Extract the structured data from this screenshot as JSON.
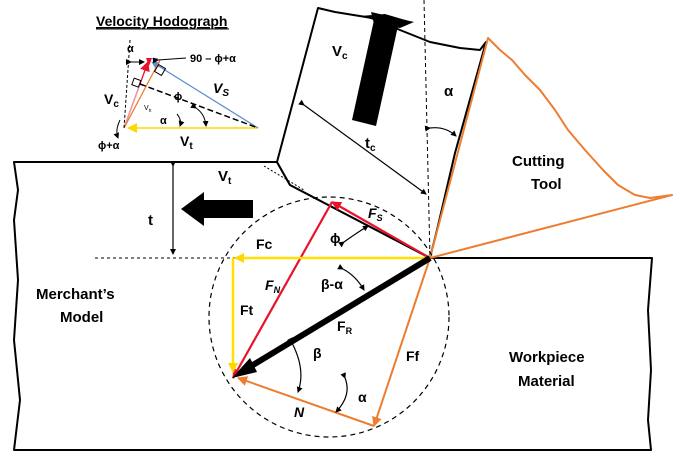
{
  "hodograph": {
    "title": "Velocity Hodograph",
    "alpha_top": "α",
    "angle_expr": "90 – ϕ+α",
    "vc": "V",
    "vc_sub": "c",
    "vs": "V",
    "vs_sub": "S",
    "vn": "V",
    "vn_sub": "n",
    "phi": "ϕ",
    "alpha_low": "α",
    "vt": "V",
    "vt_sub": "t",
    "phi_plus_alpha": "ϕ+α"
  },
  "chip": {
    "vc": "V",
    "vc_sub": "c",
    "tc": "t",
    "tc_sub": "c",
    "alpha": "α"
  },
  "tool": {
    "label_line1": "Cutting",
    "label_line2": "Tool"
  },
  "workpiece": {
    "t": "t",
    "vt": "V",
    "vt_sub": "t",
    "merchant_line1": "Merchant’s",
    "merchant_line2": "Model",
    "material_line1": "Workpiece",
    "material_line2": "Material"
  },
  "forces": {
    "fs": "F",
    "fs_sub": "S",
    "phi": "ϕ",
    "fc": "Fc",
    "fn": "F",
    "fn_sub": "N",
    "beta_alpha": "β-α",
    "fr": "F",
    "fr_sub": "R",
    "ft": "Ft",
    "beta": "β",
    "ff": "Ff",
    "n": "N",
    "alpha": "α"
  },
  "colors": {
    "tool": "#ED7D31",
    "red": "#E8132A",
    "yellow": "#FFE000",
    "blue": "#5B8FD6",
    "black": "#000000"
  }
}
